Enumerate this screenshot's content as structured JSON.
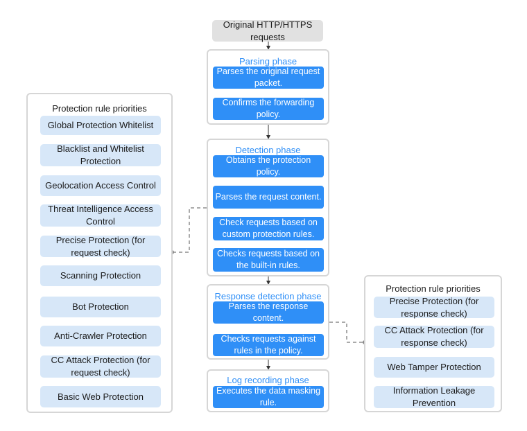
{
  "top": {
    "label": "Original HTTP/HTTPS requests"
  },
  "left_panel": {
    "title": "Protection rule priorities",
    "items": [
      "Global Protection Whitelist",
      "Blacklist and Whitelist Protection",
      "Geolocation Access Control",
      "Threat Intelligence Access Control",
      "Precise Protection (for request check)",
      "Scanning Protection",
      "Bot Protection",
      "Anti-Crawler Protection",
      "CC Attack Protection (for request check)",
      "Basic Web Protection"
    ]
  },
  "phases": {
    "parsing": {
      "title": "Parsing phase",
      "steps": [
        "Parses the original request packet.",
        "Confirms the forwarding policy."
      ]
    },
    "detection": {
      "title": "Detection phase",
      "steps": [
        "Obtains the protection policy.",
        "Parses the request content.",
        "Check requests based on custom protection rules.",
        "Checks requests based on the built-in rules."
      ]
    },
    "response": {
      "title": "Response detection phase",
      "steps": [
        "Parses the response content.",
        "Checks requests against rules in the policy."
      ]
    },
    "log": {
      "title": "Log recording phase",
      "steps": [
        "Executes the data masking rule."
      ]
    }
  },
  "right_panel": {
    "title": "Protection rule priorities",
    "items": [
      "Precise Protection (for response check)",
      "CC Attack Protection (for response check)",
      "Web Tamper Protection",
      "Information Leakage Prevention"
    ]
  },
  "colors": {
    "accent_blue": "#2f8ff7",
    "light_blue": "#d7e7f8",
    "border_gray": "#d6d6d6",
    "top_gray": "#e1e1e1"
  }
}
